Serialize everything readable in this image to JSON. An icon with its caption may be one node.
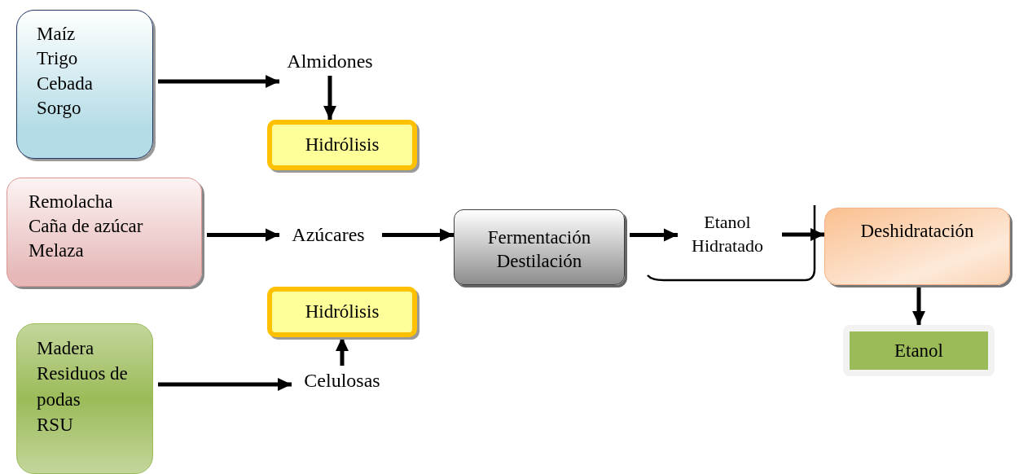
{
  "diagram": {
    "nodes": [
      {
        "text": [
          "Maíz",
          "Trigo",
          "Cebada",
          "Sorgo"
        ]
      },
      {
        "text": [
          "Almidones"
        ]
      },
      {
        "text": [
          "Hidrólisis"
        ]
      },
      {
        "text": [
          "Remolacha",
          "Caña de azúcar",
          "Melaza"
        ]
      },
      {
        "text": [
          "Azúcares"
        ]
      },
      {
        "text": [
          "Fermentación",
          "Destilación"
        ]
      },
      {
        "text": [
          "Etanol Hidratado"
        ]
      },
      {
        "text": [
          "Deshidratación"
        ]
      },
      {
        "text": [
          "Hidrólisis"
        ]
      },
      {
        "text": [
          "Madera",
          "Residuos de podas",
          "RSU"
        ]
      },
      {
        "text": [
          "Celulosas"
        ]
      },
      {
        "text": [
          "Etanol"
        ]
      }
    ],
    "edges": [
      {
        "from": 0,
        "to": 1,
        "arrow": "to"
      },
      {
        "from": 1,
        "to": 2,
        "arrow": "to"
      },
      {
        "from": 3,
        "to": 4,
        "arrow": "to"
      },
      {
        "from": 4,
        "to": 5,
        "arrow": "to"
      },
      {
        "from": 5,
        "to": 6,
        "arrow": "to"
      },
      {
        "from": 6,
        "to": 7,
        "arrow": "to"
      },
      {
        "from": 7,
        "to": 11,
        "arrow": "to"
      },
      {
        "from": 9,
        "to": 10,
        "arrow": "to"
      },
      {
        "from": 10,
        "to": 8,
        "arrow": "to"
      }
    ]
  }
}
